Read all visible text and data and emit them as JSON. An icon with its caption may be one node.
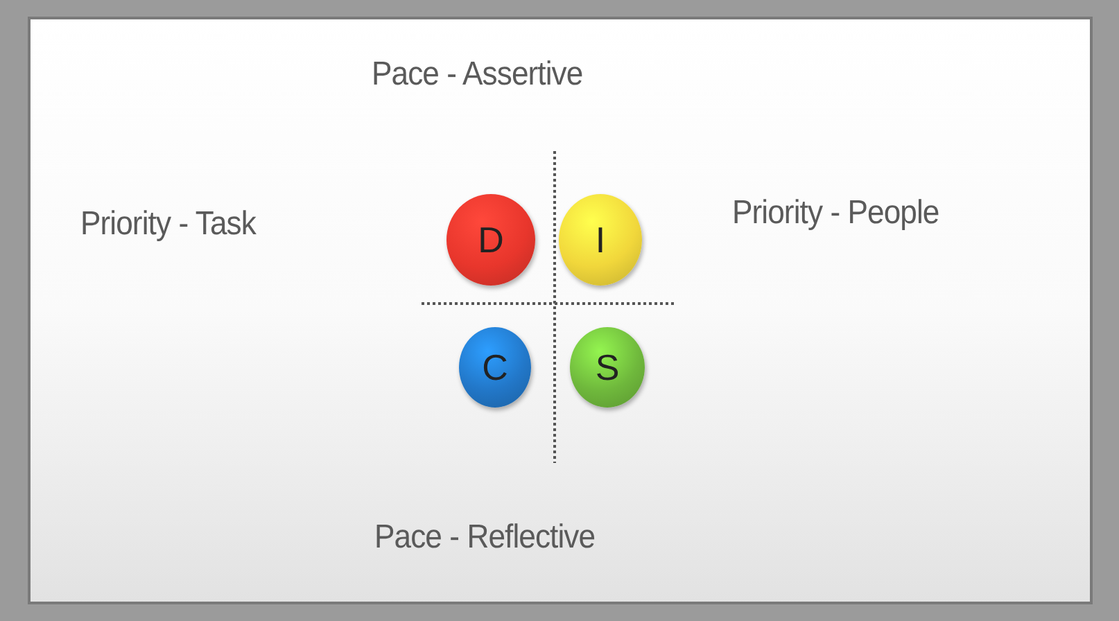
{
  "diagram": {
    "nodes": [
      {
        "text": [
          "D"
        ]
      },
      {
        "text": [
          "I"
        ]
      },
      {
        "text": [
          "C"
        ]
      },
      {
        "text": [
          "S"
        ]
      }
    ],
    "labels": [
      "Pace - Assertive",
      "Priority - Task",
      "Priority - People",
      "Pace - Reflective"
    ]
  }
}
